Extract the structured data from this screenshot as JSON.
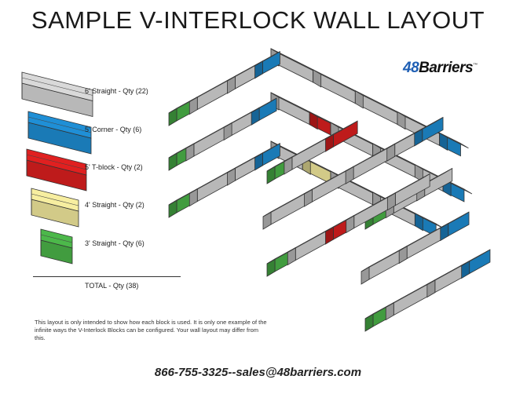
{
  "title": "SAMPLE V-INTERLOCK WALL LAYOUT",
  "logo": {
    "number": "48",
    "text": "Barriers",
    "tm": "™"
  },
  "legend": [
    {
      "label": "6' Straight - Qty (22)",
      "color": "#d9d9d9"
    },
    {
      "label": "5' Corner - Qty (6)",
      "color": "#1f8fd6"
    },
    {
      "label": "5' T-block - Qty (2)",
      "color": "#e02020"
    },
    {
      "label": "4' Straight - Qty (2)",
      "color": "#f7eea0"
    },
    {
      "label": "3' Straight - Qty (6)",
      "color": "#4cb84a"
    }
  ],
  "total": "TOTAL - Qty (38)",
  "note": "This layout is only intended to show how each block is used.  It is only one example of the infinite ways the V-Interlock Blocks can be configured.  Your wall layout may differ from this.",
  "contact": "866-755-3325--sales@48barriers.com"
}
